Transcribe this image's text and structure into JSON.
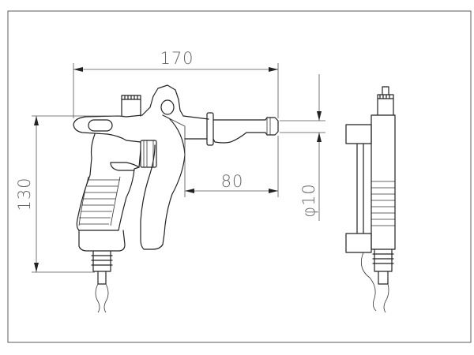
{
  "dimensions": {
    "overall_length": "170",
    "height": "130",
    "nozzle_length": "80",
    "nozzle_diameter": "φ10"
  },
  "colors": {
    "line": "#222222",
    "dimension_text": "#666666",
    "background": "#ffffff"
  }
}
